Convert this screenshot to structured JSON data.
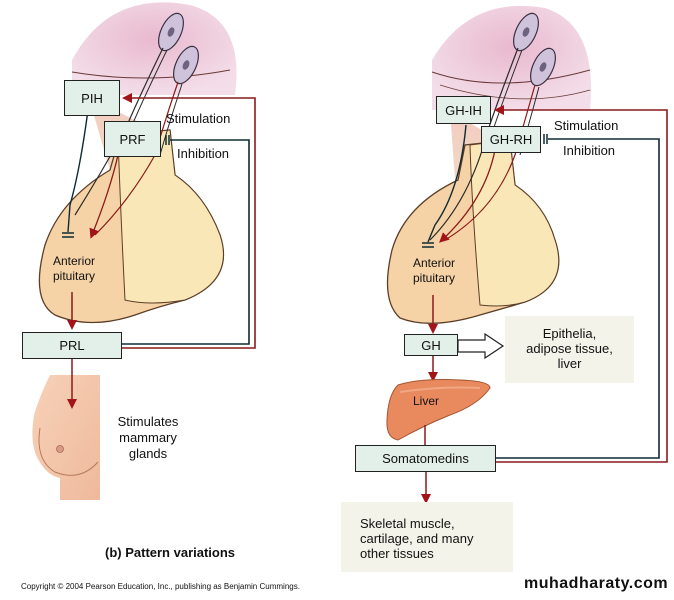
{
  "left_panel": {
    "hormones": {
      "inhibiting": "PIH",
      "releasing": "PRF",
      "pituitary_output": "PRL"
    },
    "legend": {
      "stimulation": "Stimulation",
      "inhibition": "Inhibition"
    },
    "gland_label_line1": "Anterior",
    "gland_label_line2": "pituitary",
    "target_lines": [
      "Stimulates",
      "mammary",
      "glands"
    ]
  },
  "right_panel": {
    "hormones": {
      "inhibiting": "GH-IH",
      "releasing": "GH-RH",
      "pituitary_output": "GH",
      "liver_output": "Somatomedins"
    },
    "legend": {
      "stimulation": "Stimulation",
      "inhibition": "Inhibition"
    },
    "gland_label_line1": "Anterior",
    "gland_label_line2": "pituitary",
    "liver_label": "Liver",
    "direct_targets": [
      "Epithelia,",
      "adipose tissue,",
      "liver"
    ],
    "somatomedin_targets": [
      "Skeletal muscle,",
      "cartilage, and many",
      "other tissues"
    ]
  },
  "caption": "(b) Pattern variations",
  "copyright": "Copyright © 2004 Pearson Education, Inc., publishing as Benjamin Cummings.",
  "watermark": "muhadharaty.com",
  "colors": {
    "stimulation_line": "#8b1a1a",
    "inhibition_line": "#0f2a33",
    "hormone_box_fill": "#e3efe9",
    "target_box_fill": "#f4f3ea",
    "anterior_pituitary": "#f6d3a6",
    "posterior_pituitary": "#f9e7b8",
    "hypothalamus": "#ecc7d8",
    "liver": "#e88a5e"
  }
}
